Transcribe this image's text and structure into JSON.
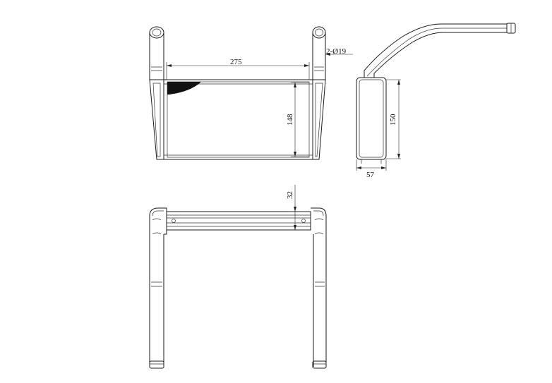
{
  "dimensions": {
    "width": "275",
    "height_core": "148",
    "height_total": "150",
    "depth": "57",
    "tube_spec": "2-Ø19",
    "thickness": "32"
  }
}
